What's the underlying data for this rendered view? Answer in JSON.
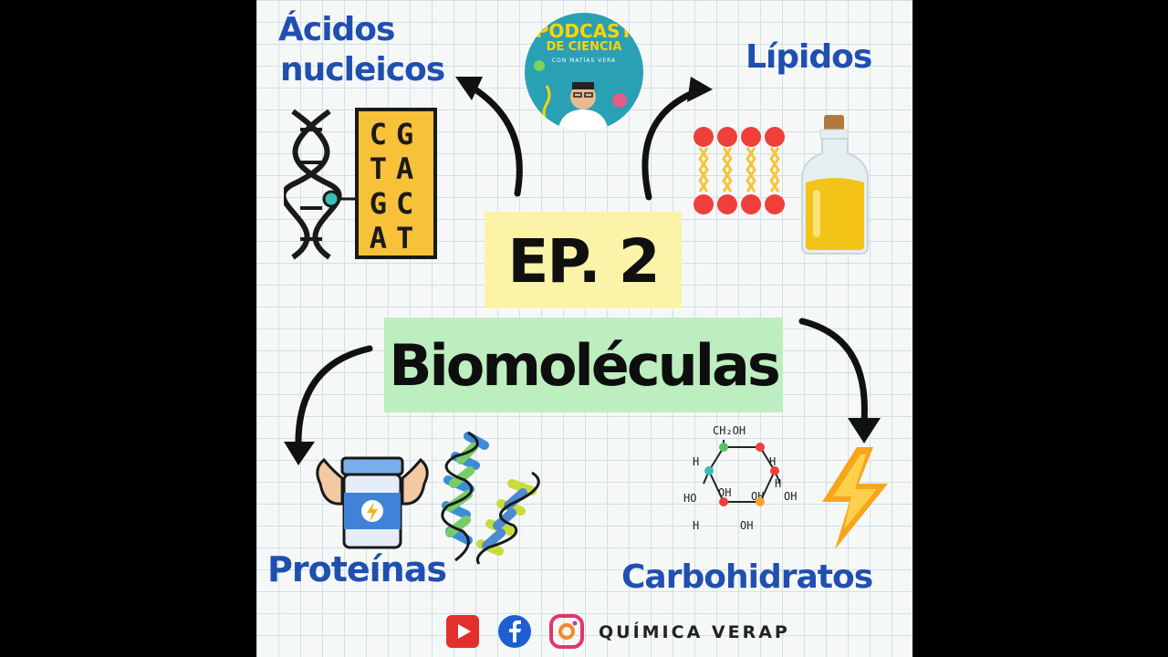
{
  "episode": "EP. 2",
  "title": "Biomoléculas",
  "labels": {
    "acidos_line1": "Ácidos",
    "acidos_line2": "nucleicos",
    "lipidos": "Lípidos",
    "proteinas": "Proteínas",
    "carbohidratos": "Carbohidratos"
  },
  "logo": {
    "line1": "PODCAST",
    "line2": "DE CIENCIA",
    "line3": "CON MATÍAS VERA"
  },
  "dna_letters": [
    "CG",
    "TA",
    "GC",
    "AT"
  ],
  "glucose": {
    "top": "CH₂OH",
    "h1": "H",
    "h2": "H",
    "h3": "H",
    "h4": "H",
    "oh1": "HO",
    "oh2": "OH",
    "oh3": "OH",
    "oh4": "OH",
    "oh5": "OH"
  },
  "social": {
    "brand": "QUÍMICA VERAP",
    "icons": [
      "youtube-icon",
      "facebook-icon",
      "instagram-icon"
    ]
  },
  "colors": {
    "label_blue": "#1f4fb0",
    "episode_bg": "#fbf3a8",
    "title_bg": "#bdeec0"
  }
}
